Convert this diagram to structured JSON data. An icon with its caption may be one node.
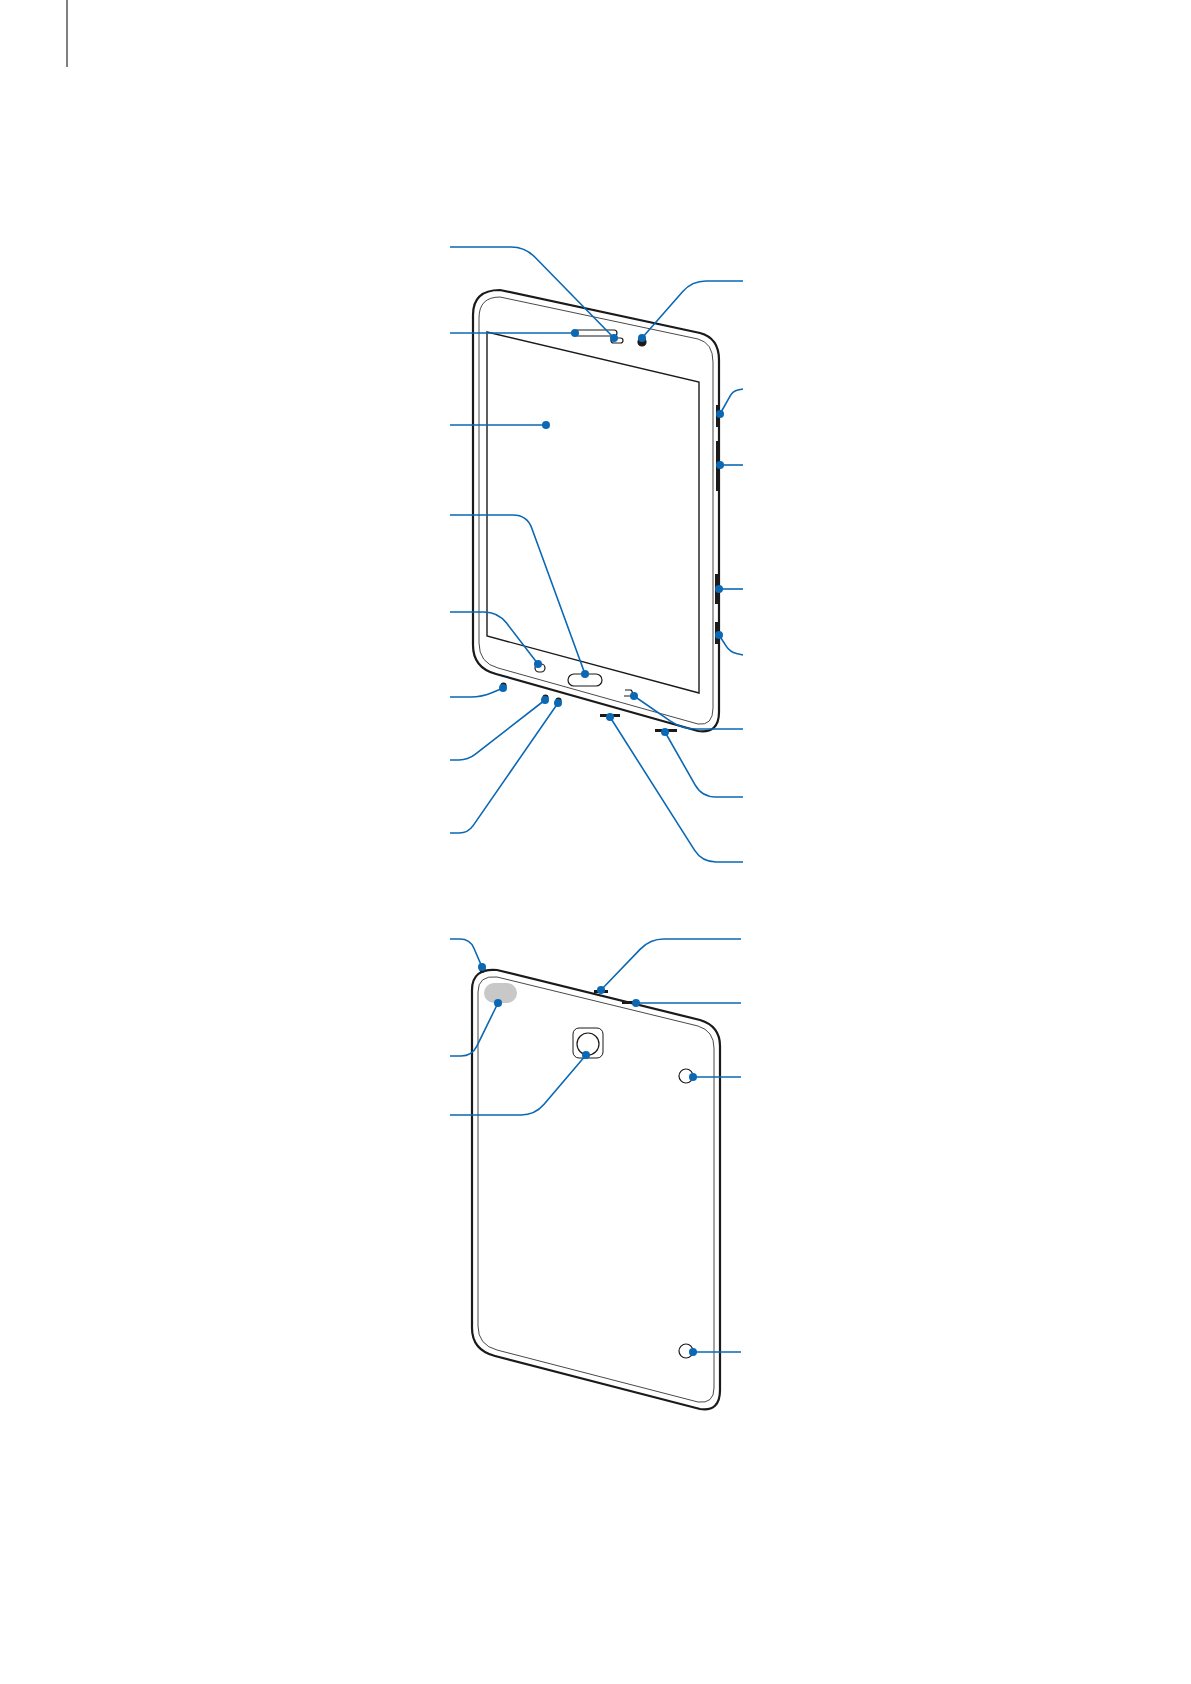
{
  "diagram": {
    "nodes": [
      {
        "text": [],
        "shape": "box"
      },
      {
        "text": [],
        "shape": "circle"
      },
      {
        "text": [],
        "shape": "box"
      },
      {
        "text": [],
        "shape": "box"
      },
      {
        "text": [],
        "shape": "box"
      },
      {
        "text": [],
        "shape": "box"
      },
      {
        "text": [],
        "shape": "circle"
      },
      {
        "text": [],
        "shape": "circle"
      },
      {
        "text": [],
        "shape": "circle"
      },
      {
        "text": [],
        "shape": "bar"
      },
      {
        "text": [],
        "shape": "bar"
      },
      {
        "text": [],
        "shape": "bar"
      },
      {
        "text": [],
        "shape": "bar"
      },
      {
        "text": [],
        "shape": "arrow"
      },
      {
        "text": [],
        "shape": "bar"
      },
      {
        "text": [],
        "shape": "bar"
      },
      {
        "text": [],
        "shape": "circle"
      },
      {
        "text": [],
        "shape": "box"
      },
      {
        "text": [],
        "shape": "box"
      },
      {
        "text": [],
        "shape": "bar"
      },
      {
        "text": [],
        "shape": "bar"
      },
      {
        "text": [],
        "shape": "circle"
      },
      {
        "text": [],
        "shape": "circle"
      }
    ],
    "edges": [
      {
        "from": null,
        "to": 0,
        "arrow": "other"
      },
      {
        "from": null,
        "to": 1,
        "arrow": "other"
      },
      {
        "from": null,
        "to": 2,
        "arrow": "other"
      },
      {
        "from": null,
        "to": 3,
        "arrow": "other"
      },
      {
        "from": null,
        "to": 4,
        "arrow": "other"
      },
      {
        "from": null,
        "to": 5,
        "arrow": "other"
      },
      {
        "from": null,
        "to": 6,
        "arrow": "other"
      },
      {
        "from": null,
        "to": 7,
        "arrow": "other"
      },
      {
        "from": null,
        "to": 8,
        "arrow": "other"
      },
      {
        "from": null,
        "to": 9,
        "arrow": "other"
      },
      {
        "from": null,
        "to": 10,
        "arrow": "other"
      },
      {
        "from": null,
        "to": 11,
        "arrow": "other"
      },
      {
        "from": null,
        "to": 12,
        "arrow": "other"
      },
      {
        "from": null,
        "to": 13,
        "arrow": "other"
      },
      {
        "from": null,
        "to": 14,
        "arrow": "other"
      },
      {
        "from": null,
        "to": 15,
        "arrow": "other"
      },
      {
        "from": null,
        "to": 16,
        "arrow": "other"
      },
      {
        "from": null,
        "to": 17,
        "arrow": "other"
      },
      {
        "from": null,
        "to": 18,
        "arrow": "other"
      },
      {
        "from": null,
        "to": 19,
        "arrow": "other"
      },
      {
        "from": null,
        "to": 20,
        "arrow": "other"
      },
      {
        "from": null,
        "to": 21,
        "arrow": "other"
      },
      {
        "from": null,
        "to": 22,
        "arrow": "other"
      }
    ]
  }
}
